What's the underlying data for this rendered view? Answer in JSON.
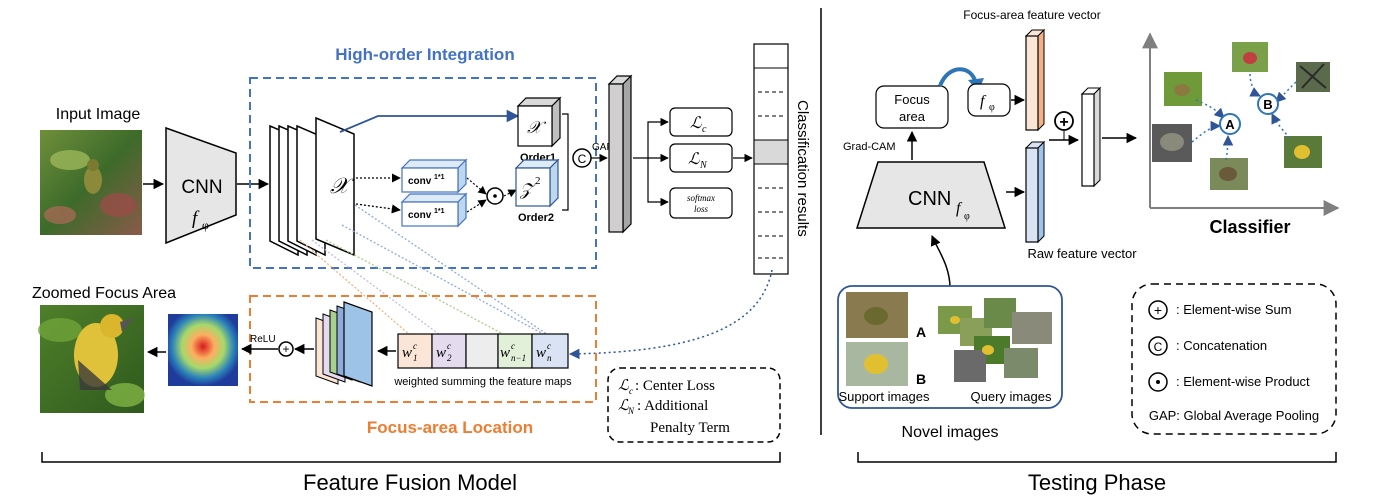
{
  "left_panel": {
    "caption": "Feature Fusion Model",
    "input_image_label": "Input Image",
    "zoomed_label": "Zoomed Focus Area",
    "cnn_label": "CNN",
    "cnn_func": "f",
    "cnn_func_sub": "φ",
    "high_order_title": "High-order Integration",
    "focus_location_title": "Focus-area Location",
    "feature_symbol": "𝒳",
    "z_symbol": "𝒵",
    "z_power": "2",
    "conv_label": "conv",
    "conv_sup": "1*1",
    "order1": "Order1",
    "order2": "Order2",
    "concat_symbol": "C",
    "dot_symbol": "·",
    "plus_symbol": "+",
    "gap_label": "GAP",
    "loss_c": "ℒ",
    "loss_c_sub": "c",
    "loss_n": "ℒ",
    "loss_n_sub": "N",
    "softmax_line1": "softmax",
    "softmax_line2": "loss",
    "classification_results": "Classification results",
    "relu_label": "ReLU",
    "weights": [
      {
        "base": "w",
        "sub": "1",
        "sup": "c"
      },
      {
        "base": "w",
        "sub": "2",
        "sup": "c"
      },
      {
        "base": "",
        "sub": "",
        "sup": ""
      },
      {
        "base": "w",
        "sub": "n−1",
        "sup": "c"
      },
      {
        "base": "w",
        "sub": "n",
        "sup": "c"
      }
    ],
    "weighted_sum_label": "weighted summing the feature maps",
    "legend": {
      "center_prefix": "ℒ",
      "center_sub": "c",
      "center_text": ": Center Loss",
      "add_prefix": "ℒ",
      "add_sub": "N",
      "add_text_1": ": Additional",
      "add_text_2": "Penalty Term"
    }
  },
  "right_panel": {
    "caption": "Testing Phase",
    "focus_vector_label": "Focus-area feature vector",
    "focus_area_line1": "Focus",
    "focus_area_line2": "area",
    "grad_cam": "Grad-CAM",
    "cnn_label": "CNN",
    "cnn_func": "f",
    "cnn_func_sub": "φ",
    "raw_vector_label": "Raw feature vector",
    "classifier_label": "Classifier",
    "class_a": "A",
    "class_b": "B",
    "novel_images_label": "Novel images",
    "support_images_label": "Support images",
    "query_images_label": "Query images",
    "support_a": "A",
    "support_b": "B",
    "legend": {
      "sum_symbol": "+",
      "sum_text": ": Element-wise Sum",
      "concat_symbol": "C",
      "concat_text": ": Concatenation",
      "prod_symbol": "·",
      "prod_text": ": Element-wise Product",
      "gap_text": "GAP: Global Average Pooling"
    }
  },
  "colors": {
    "blue_dash": "#4472c4",
    "orange_dash": "#ed7d31",
    "blue_title": "#4472c4",
    "orange_title": "#ed7d31"
  }
}
